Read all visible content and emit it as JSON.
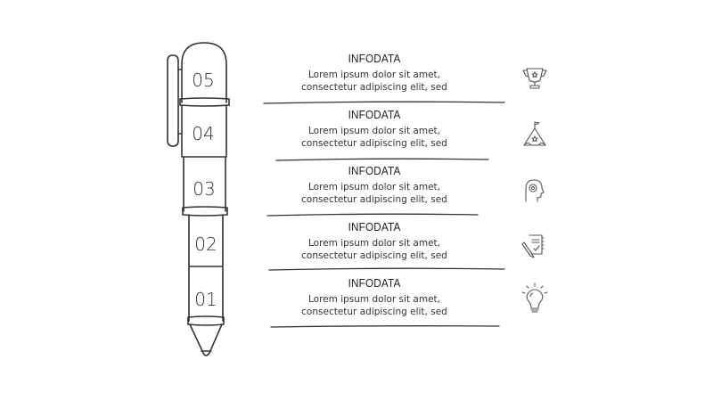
{
  "rows": [
    {
      "number": "05",
      "title": "INFODATA",
      "line1": "Lorem ipsum dolor sit amet,",
      "line2": "consectetur adipiscing elit, sed",
      "icon": "trophy-icon"
    },
    {
      "number": "04",
      "title": "INFODATA",
      "line1": "Lorem ipsum dolor sit amet,",
      "line2": "consectetur adipiscing elit, sed",
      "icon": "mountain-flag-icon"
    },
    {
      "number": "03",
      "title": "INFODATA",
      "line1": "Lorem ipsum dolor sit amet,",
      "line2": "consectetur adipiscing elit, sed",
      "icon": "head-gear-icon"
    },
    {
      "number": "02",
      "title": "INFODATA",
      "line1": "Lorem ipsum dolor sit amet,",
      "line2": "consectetur adipiscing elit, sed",
      "icon": "notepad-pen-icon"
    },
    {
      "number": "01",
      "title": "INFODATA",
      "line1": "Lorem ipsum dolor sit amet,",
      "line2": "consectetur adipiscing elit, sed",
      "icon": "lightbulb-icon"
    }
  ]
}
